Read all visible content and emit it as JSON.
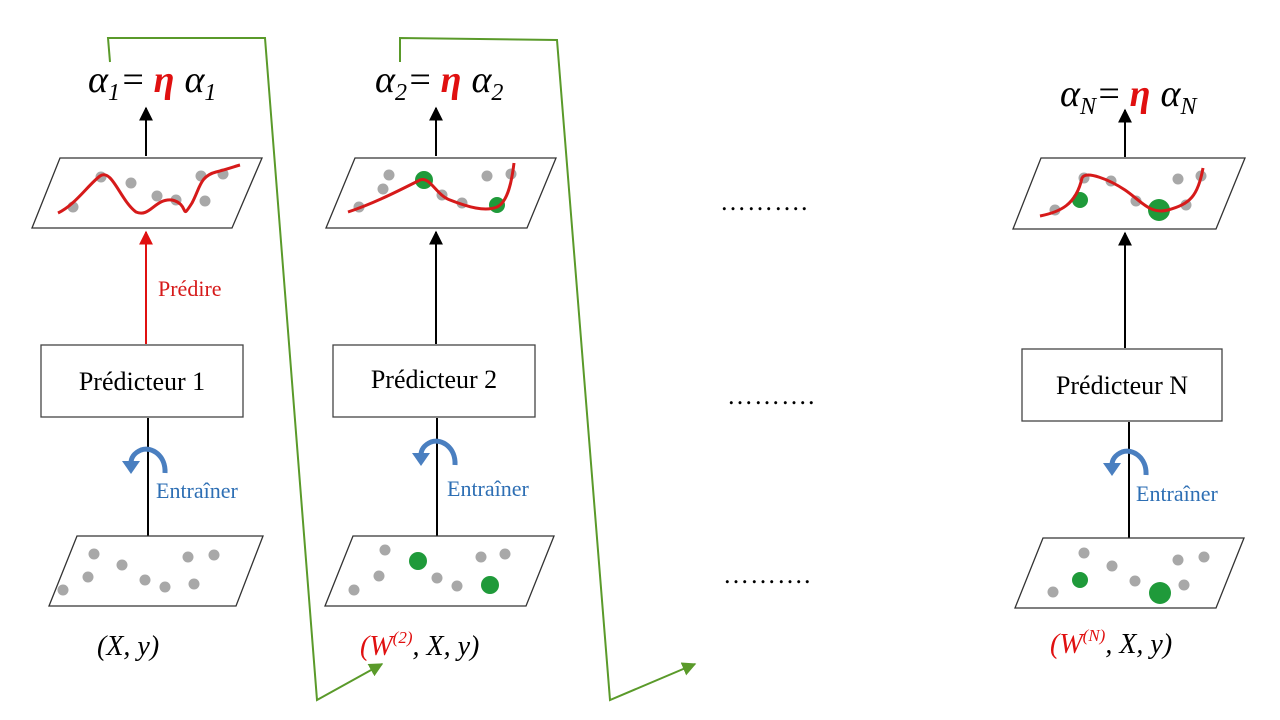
{
  "columns": [
    {
      "id": "1",
      "predictor_label": "Prédicteur 1",
      "formula": {
        "alpha": "α",
        "index": "1",
        "equals": "=",
        "eta": "η"
      },
      "predict_label": "Prédire",
      "train_label": "Entraîner",
      "input": {
        "weight": "",
        "weight_sup": "",
        "rest": "(X, y)"
      }
    },
    {
      "id": "2",
      "predictor_label": "Prédicteur 2",
      "formula": {
        "alpha": "α",
        "index": "2",
        "equals": "=",
        "eta": "η"
      },
      "predict_label": "",
      "train_label": "Entraîner",
      "input": {
        "weight": "(W",
        "weight_sup": "(2)",
        "rest": ", X, y)"
      }
    },
    {
      "id": "N",
      "predictor_label": "Prédicteur N",
      "formula": {
        "alpha": "α",
        "index": "N",
        "equals": "=",
        "eta": "η"
      },
      "predict_label": "",
      "train_label": "Entraîner",
      "input": {
        "weight": "(W",
        "weight_sup": "(N)",
        "rest": ", X, y)"
      }
    }
  ],
  "ellipsis": [
    "……….",
    "……….",
    "………."
  ],
  "colors": {
    "predict_arrow": "#e01010",
    "curve": "#d61a1a",
    "train_text": "#2e6fb4",
    "weighted_point": "#1f9a3a",
    "point": "#a8a8a8",
    "feedback_line": "#5a9a2a"
  }
}
